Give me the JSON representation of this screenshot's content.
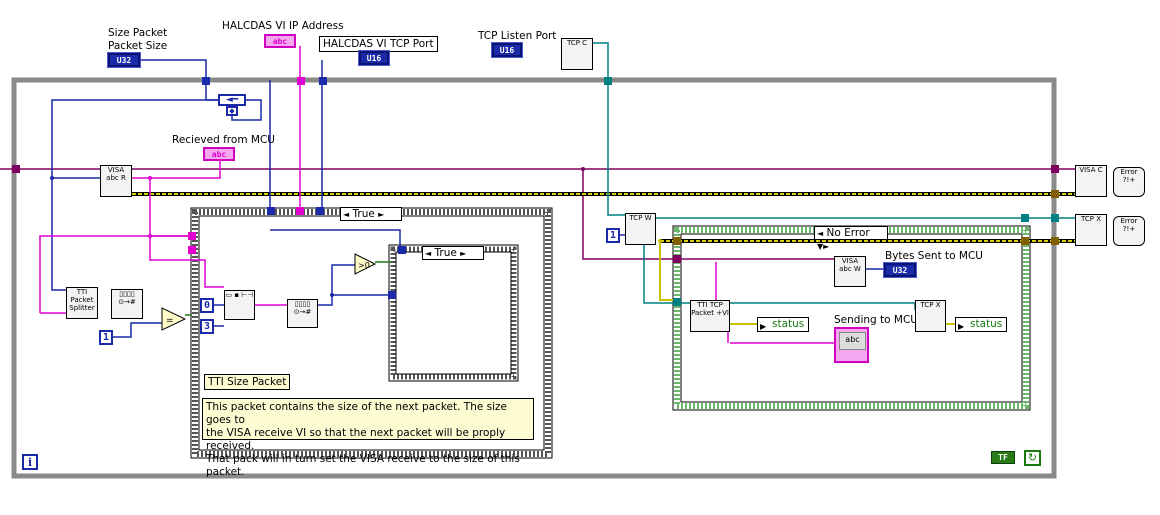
{
  "controls": {
    "size_packet_label_1": "Size Packet",
    "size_packet_label_2": "Packet Size",
    "size_packet_type": "U32",
    "ip_address_label": "HALCDAS VI IP Address",
    "ip_address_type": "abc",
    "tcp_port_label": "HALCDAS VI TCP Port",
    "tcp_port_type": "U16",
    "listen_port_label": "TCP Listen Port",
    "listen_port_type": "U16"
  },
  "indicators": {
    "received_label": "Recieved from MCU",
    "received_type": "abc",
    "bytes_sent_label": "Bytes Sent to MCU",
    "bytes_sent_type": "U32",
    "sending_label": "Sending to MCU",
    "sending_type": "abc",
    "status_1": "status",
    "status_2": "status"
  },
  "structures": {
    "outer_case_selector": "True",
    "inner_case_selector": "True",
    "error_case_selector": "No Error",
    "while_loop_iteration": "i",
    "stop_condition": "TF"
  },
  "constants": {
    "one_a": "1",
    "one_b": "1",
    "zero": "0",
    "three": "3"
  },
  "nodes": {
    "visa_read": "VISA abc R",
    "packet_splitter": "TTI Packet Splitter",
    "tcp_listen": "TCP C",
    "tcp_write": "TCP W",
    "visa_write": "VISA abc W",
    "tti_tcp_packet": "TTI TCP Packet +VI",
    "tcp_close": "TCP X",
    "visa_close": "VISA C",
    "error_handler": "Error ?!+"
  },
  "comments": {
    "title": "TTI Size Packet",
    "body_1": "This packet contains the size of the next packet. The size goes to",
    "body_2": "the VISA receive VI so that the next packet will be proply received.",
    "body_3": "That pack will in turn set the VISA receive to the size of this packet."
  },
  "colors": {
    "while_loop_border": "#888888",
    "string_wire": "#e000d0",
    "numeric_wire": "#1a2aa8",
    "refnum_wire": "#008080",
    "visa_wire": "#800060",
    "error_wire": "#c8c000",
    "boolean_wire": "#1a7a10"
  }
}
